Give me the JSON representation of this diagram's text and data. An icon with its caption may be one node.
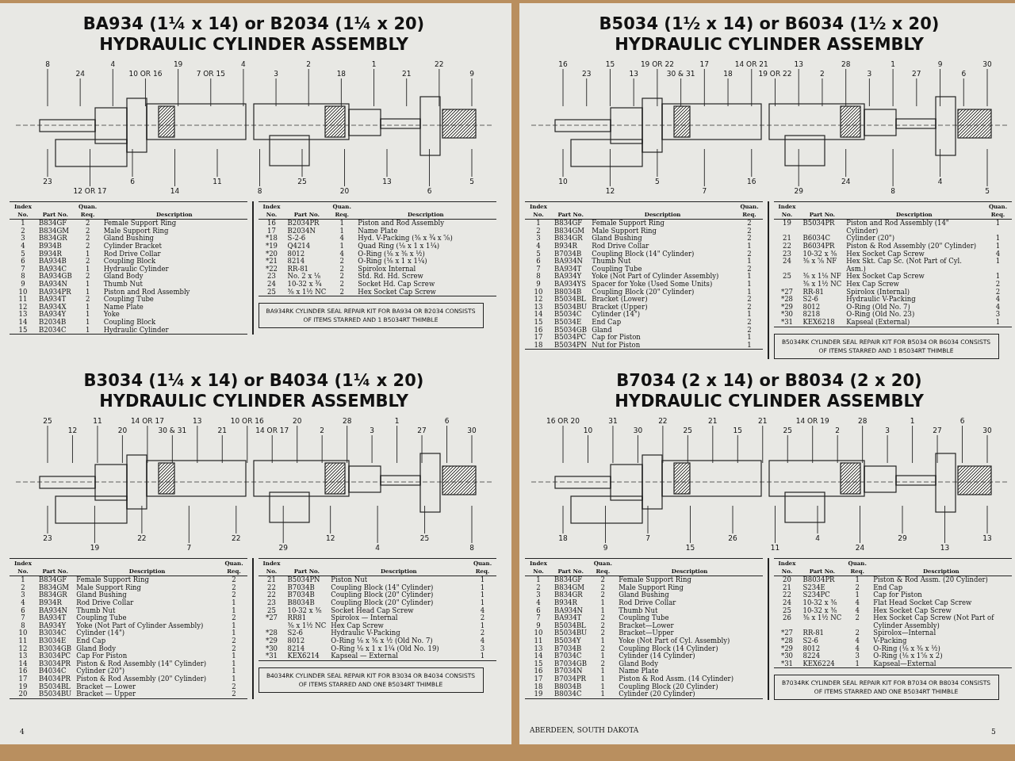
{
  "diagram": {
    "nodes": [
      {
        "text": [
          "8"
        ]
      },
      {
        "text": [
          "24"
        ]
      },
      {
        "text": [
          "4"
        ]
      },
      {
        "text": [
          "10 OR 16"
        ]
      },
      {
        "text": [
          "19"
        ]
      },
      {
        "text": [
          "7 OR 15"
        ]
      },
      {
        "text": [
          "4"
        ]
      },
      {
        "text": [
          "3"
        ]
      },
      {
        "text": [
          "2"
        ]
      },
      {
        "text": [
          "18"
        ]
      },
      {
        "text": [
          "1"
        ]
      },
      {
        "text": [
          "21"
        ]
      },
      {
        "text": [
          "22"
        ]
      },
      {
        "text": [
          "9"
        ]
      },
      {
        "text": [
          "23"
        ]
      },
      {
        "text": [
          "12 OR 17"
        ]
      },
      {
        "text": [
          "6"
        ]
      },
      {
        "text": [
          "14"
        ]
      },
      {
        "text": [
          "11"
        ]
      },
      {
        "text": [
          "8"
        ]
      },
      {
        "text": [
          "25"
        ]
      },
      {
        "text": [
          "20"
        ]
      },
      {
        "text": [
          "13"
        ]
      },
      {
        "text": [
          "6"
        ]
      },
      {
        "text": [
          "5"
        ]
      },
      {
        "text": [
          "BA934RK CYLINDER SEAL REPAIR KIT FOR BA934 OR B2034 CONSISTS OF ITEMS STARRED AND 1 B5034RT THIMBLE"
        ]
      },
      {
        "text": [
          "25"
        ]
      },
      {
        "text": [
          "12"
        ]
      },
      {
        "text": [
          "11"
        ]
      },
      {
        "text": [
          "20"
        ]
      },
      {
        "text": [
          "14 OR 17"
        ]
      },
      {
        "text": [
          "30 & 31"
        ]
      },
      {
        "text": [
          "13"
        ]
      },
      {
        "text": [
          "21"
        ]
      },
      {
        "text": [
          "10 OR 16"
        ]
      },
      {
        "text": [
          "14 OR 17"
        ]
      },
      {
        "text": [
          "20"
        ]
      },
      {
        "text": [
          "2"
        ]
      },
      {
        "text": [
          "28"
        ]
      },
      {
        "text": [
          "3"
        ]
      },
      {
        "text": [
          "1"
        ]
      },
      {
        "text": [
          "27"
        ]
      },
      {
        "text": [
          "6"
        ]
      },
      {
        "text": [
          "30"
        ]
      },
      {
        "text": [
          "23"
        ]
      },
      {
        "text": [
          "19"
        ]
      },
      {
        "text": [
          "22"
        ]
      },
      {
        "text": [
          "7"
        ]
      },
      {
        "text": [
          "22"
        ]
      },
      {
        "text": [
          "29"
        ]
      },
      {
        "text": [
          "12"
        ]
      },
      {
        "text": [
          "4"
        ]
      },
      {
        "text": [
          "25"
        ]
      },
      {
        "text": [
          "8"
        ]
      },
      {
        "text": [
          "B4034RK CYLINDER SEAL REPAIR KIT FOR B3034 OR B4034 CONSISTS OF ITEMS STARRED AND ONE B5034RT THIMBLE"
        ]
      },
      {
        "text": [
          "16"
        ]
      },
      {
        "text": [
          "23"
        ]
      },
      {
        "text": [
          "15"
        ]
      },
      {
        "text": [
          "13"
        ]
      },
      {
        "text": [
          "19 OR 22"
        ]
      },
      {
        "text": [
          "30 & 31"
        ]
      },
      {
        "text": [
          "17"
        ]
      },
      {
        "text": [
          "18"
        ]
      },
      {
        "text": [
          "14 OR 21"
        ]
      },
      {
        "text": [
          "19 OR 22"
        ]
      },
      {
        "text": [
          "13"
        ]
      },
      {
        "text": [
          "2"
        ]
      },
      {
        "text": [
          "28"
        ]
      },
      {
        "text": [
          "3"
        ]
      },
      {
        "text": [
          "1"
        ]
      },
      {
        "text": [
          "27"
        ]
      },
      {
        "text": [
          "9"
        ]
      },
      {
        "text": [
          "6"
        ]
      },
      {
        "text": [
          "30"
        ]
      },
      {
        "text": [
          "10"
        ]
      },
      {
        "text": [
          "12"
        ]
      },
      {
        "text": [
          "5"
        ]
      },
      {
        "text": [
          "7"
        ]
      },
      {
        "text": [
          "16"
        ]
      },
      {
        "text": [
          "29"
        ]
      },
      {
        "text": [
          "24"
        ]
      },
      {
        "text": [
          "8"
        ]
      },
      {
        "text": [
          "4"
        ]
      },
      {
        "text": [
          "5"
        ]
      },
      {
        "text": [
          "B5034RK CYLINDER SEAL REPAIR KIT FOR B5034 OR B6034 CONSISTS OF ITEMS STARRED AND 1 B5034RT THIMBLE"
        ]
      },
      {
        "text": [
          "16 OR 20"
        ]
      },
      {
        "text": [
          "10"
        ]
      },
      {
        "text": [
          "31"
        ]
      },
      {
        "text": [
          "30"
        ]
      },
      {
        "text": [
          "22"
        ]
      },
      {
        "text": [
          "25"
        ]
      },
      {
        "text": [
          "21"
        ]
      },
      {
        "text": [
          "15"
        ]
      },
      {
        "text": [
          "21"
        ]
      },
      {
        "text": [
          "25"
        ]
      },
      {
        "text": [
          "14 OR 19"
        ]
      },
      {
        "text": [
          "2"
        ]
      },
      {
        "text": [
          "28"
        ]
      },
      {
        "text": [
          "3"
        ]
      },
      {
        "text": [
          "1"
        ]
      },
      {
        "text": [
          "27"
        ]
      },
      {
        "text": [
          "6"
        ]
      },
      {
        "text": [
          "30"
        ]
      },
      {
        "text": [
          "18"
        ]
      },
      {
        "text": [
          "9"
        ]
      },
      {
        "text": [
          "7"
        ]
      },
      {
        "text": [
          "15"
        ]
      },
      {
        "text": [
          "26"
        ]
      },
      {
        "text": [
          "11"
        ]
      },
      {
        "text": [
          "4"
        ]
      },
      {
        "text": [
          "24"
        ]
      },
      {
        "text": [
          "29"
        ]
      },
      {
        "text": [
          "13"
        ]
      },
      {
        "text": [
          "13"
        ]
      },
      {
        "text": [
          "B7034RK CYLINDER SEAL REPAIR KIT FOR B7034 OR B8034 CONSISTS OF ITEMS STARRED AND ONE B5034RT THIMBLE"
        ]
      }
    ],
    "edges": [
      {
        "from": 0,
        "to": null,
        "arrow": "none"
      },
      {
        "from": 1,
        "to": null,
        "arrow": "none"
      },
      {
        "from": 2,
        "to": null,
        "arrow": "none"
      },
      {
        "from": 3,
        "to": null,
        "arrow": "none"
      },
      {
        "from": 4,
        "to": null,
        "arrow": "none"
      },
      {
        "from": 5,
        "to": null,
        "arrow": "none"
      },
      {
        "from": 6,
        "to": null,
        "arrow": "none"
      },
      {
        "from": 7,
        "to": null,
        "arrow": "none"
      },
      {
        "from": 8,
        "to": null,
        "arrow": "none"
      },
      {
        "from": 9,
        "to": null,
        "arrow": "none"
      },
      {
        "from": 10,
        "to": null,
        "arrow": "none"
      },
      {
        "from": 11,
        "to": null,
        "arrow": "none"
      },
      {
        "from": 12,
        "to": null,
        "arrow": "none"
      },
      {
        "from": 13,
        "to": null,
        "arrow": "none"
      },
      {
        "from": 14,
        "to": null,
        "arrow": "none"
      },
      {
        "from": 15,
        "to": null,
        "arrow": "none"
      },
      {
        "from": 16,
        "to": null,
        "arrow": "none"
      },
      {
        "from": 17,
        "to": null,
        "arrow": "none"
      },
      {
        "from": 18,
        "to": null,
        "arrow": "none"
      },
      {
        "from": 19,
        "to": null,
        "arrow": "none"
      },
      {
        "from": 20,
        "to": null,
        "arrow": "none"
      },
      {
        "from": 21,
        "to": null,
        "arrow": "none"
      },
      {
        "from": 22,
        "to": null,
        "arrow": "none"
      },
      {
        "from": 23,
        "to": null,
        "arrow": "none"
      },
      {
        "from": 24,
        "to": null,
        "arrow": "none"
      },
      {
        "from": 26,
        "to": null,
        "arrow": "none"
      },
      {
        "from": 27,
        "to": null,
        "arrow": "none"
      },
      {
        "from": 28,
        "to": null,
        "arrow": "none"
      },
      {
        "from": 29,
        "to": null,
        "arrow": "none"
      },
      {
        "from": 30,
        "to": null,
        "arrow": "none"
      },
      {
        "from": 31,
        "to": null,
        "arrow": "none"
      },
      {
        "from": 32,
        "to": null,
        "arrow": "none"
      },
      {
        "from": 33,
        "to": null,
        "arrow": "none"
      },
      {
        "from": 34,
        "to": null,
        "arrow": "none"
      },
      {
        "from": 35,
        "to": null,
        "arrow": "none"
      },
      {
        "from": 36,
        "to": null,
        "arrow": "none"
      },
      {
        "from": 37,
        "to": null,
        "arrow": "none"
      },
      {
        "from": 38,
        "to": null,
        "arrow": "none"
      },
      {
        "from": 39,
        "to": null,
        "arrow": "none"
      },
      {
        "from": 40,
        "to": null,
        "arrow": "none"
      },
      {
        "from": 41,
        "to": null,
        "arrow": "none"
      },
      {
        "from": 42,
        "to": null,
        "arrow": "none"
      },
      {
        "from": 43,
        "to": null,
        "arrow": "none"
      },
      {
        "from": 44,
        "to": null,
        "arrow": "none"
      },
      {
        "from": 45,
        "to": null,
        "arrow": "none"
      },
      {
        "from": 46,
        "to": null,
        "arrow": "none"
      },
      {
        "from": 47,
        "to": null,
        "arrow": "none"
      },
      {
        "from": 48,
        "to": null,
        "arrow": "none"
      },
      {
        "from": 49,
        "to": null,
        "arrow": "none"
      },
      {
        "from": 50,
        "to": null,
        "arrow": "none"
      },
      {
        "from": 51,
        "to": null,
        "arrow": "none"
      },
      {
        "from": 52,
        "to": null,
        "arrow": "none"
      },
      {
        "from": 53,
        "to": null,
        "arrow": "none"
      },
      {
        "from": 55,
        "to": null,
        "arrow": "none"
      },
      {
        "from": 56,
        "to": null,
        "arrow": "none"
      },
      {
        "from": 57,
        "to": null,
        "arrow": "none"
      },
      {
        "from": 58,
        "to": null,
        "arrow": "none"
      },
      {
        "from": 59,
        "to": null,
        "arrow": "none"
      },
      {
        "from": 60,
        "to": null,
        "arrow": "none"
      },
      {
        "from": 61,
        "to": null,
        "arrow": "none"
      },
      {
        "from": 62,
        "to": null,
        "arrow": "none"
      },
      {
        "from": 63,
        "to": null,
        "arrow": "none"
      },
      {
        "from": 64,
        "to": null,
        "arrow": "none"
      },
      {
        "from": 65,
        "to": null,
        "arrow": "none"
      },
      {
        "from": 66,
        "to": null,
        "arrow": "none"
      },
      {
        "from": 67,
        "to": null,
        "arrow": "none"
      },
      {
        "from": 68,
        "to": null,
        "arrow": "none"
      },
      {
        "from": 69,
        "to": null,
        "arrow": "none"
      },
      {
        "from": 70,
        "to": null,
        "arrow": "none"
      },
      {
        "from": 71,
        "to": null,
        "arrow": "none"
      },
      {
        "from": 72,
        "to": null,
        "arrow": "none"
      },
      {
        "from": 73,
        "to": null,
        "arrow": "none"
      },
      {
        "from": 74,
        "to": null,
        "arrow": "none"
      },
      {
        "from": 75,
        "to": null,
        "arrow": "none"
      },
      {
        "from": 76,
        "to": null,
        "arrow": "none"
      },
      {
        "from": 77,
        "to": null,
        "arrow": "none"
      },
      {
        "from": 78,
        "to": null,
        "arrow": "none"
      },
      {
        "from": 79,
        "to": null,
        "arrow": "none"
      },
      {
        "from": 80,
        "to": null,
        "arrow": "none"
      },
      {
        "from": 81,
        "to": null,
        "arrow": "none"
      },
      {
        "from": 82,
        "to": null,
        "arrow": "none"
      },
      {
        "from": 83,
        "to": null,
        "arrow": "none"
      },
      {
        "from": 85,
        "to": null,
        "arrow": "none"
      },
      {
        "from": 86,
        "to": null,
        "arrow": "none"
      },
      {
        "from": 87,
        "to": null,
        "arrow": "none"
      },
      {
        "from": 88,
        "to": null,
        "arrow": "none"
      },
      {
        "from": 89,
        "to": null,
        "arrow": "none"
      },
      {
        "from": 90,
        "to": null,
        "arrow": "none"
      },
      {
        "from": 91,
        "to": null,
        "arrow": "none"
      },
      {
        "from": 92,
        "to": null,
        "arrow": "none"
      },
      {
        "from": 93,
        "to": null,
        "arrow": "none"
      },
      {
        "from": 94,
        "to": null,
        "arrow": "none"
      },
      {
        "from": 95,
        "to": null,
        "arrow": "none"
      },
      {
        "from": 96,
        "to": null,
        "arrow": "none"
      },
      {
        "from": 97,
        "to": null,
        "arrow": "none"
      },
      {
        "from": 98,
        "to": null,
        "arrow": "none"
      },
      {
        "from": 99,
        "to": null,
        "arrow": "none"
      },
      {
        "from": 100,
        "to": null,
        "arrow": "none"
      },
      {
        "from": 101,
        "to": null,
        "arrow": "none"
      },
      {
        "from": 102,
        "to": null,
        "arrow": "none"
      },
      {
        "from": 103,
        "to": null,
        "arrow": "none"
      },
      {
        "from": 104,
        "to": null,
        "arrow": "none"
      },
      {
        "from": 105,
        "to": null,
        "arrow": "none"
      },
      {
        "from": 106,
        "to": null,
        "arrow": "none"
      },
      {
        "from": 107,
        "to": null,
        "arrow": "none"
      },
      {
        "from": 108,
        "to": null,
        "arrow": "none"
      },
      {
        "from": 109,
        "to": null,
        "arrow": "none"
      },
      {
        "from": 110,
        "to": null,
        "arrow": "none"
      },
      {
        "from": 111,
        "to": null,
        "arrow": "none"
      },
      {
        "from": 112,
        "to": null,
        "arrow": "none"
      },
      {
        "from": 113,
        "to": null,
        "arrow": "none"
      }
    ],
    "labels": [
      "BA934 (1¼ x 14) or B2034 (1¼ x 20)",
      "HYDRAULIC CYLINDER ASSEMBLY",
      "Index No.",
      "Part No.",
      "Quan. Req.",
      "Description",
      "1",
      "B834GF",
      "2",
      "Female Support Ring",
      "2",
      "B834GM",
      "2",
      "Male Support Ring",
      "3",
      "B834GR",
      "2",
      "Gland Bushing",
      "4",
      "B934B",
      "2",
      "Cylinder Bracket",
      "5",
      "B934R",
      "1",
      "Rod Drive Collar",
      "6",
      "BA934B",
      "2",
      "Coupling Block",
      "7",
      "BA934C",
      "1",
      "Hydraulic Cylinder",
      "8",
      "BA934GB",
      "2",
      "Gland Body",
      "9",
      "BA934N",
      "1",
      "Thumb Nut",
      "10",
      "BA934PR",
      "1",
      "Piston and Rod Assembly",
      "11",
      "BA934T",
      "2",
      "Coupling Tube",
      "12",
      "BA934X",
      "1",
      "Name Plate",
      "13",
      "BA934Y",
      "1",
      "Yoke",
      "14",
      "B2034B",
      "1",
      "Coupling Block",
      "15",
      "B2034C",
      "1",
      "Hydraulic Cylinder",
      "Index No.",
      "Part No.",
      "Quan. Req.",
      "Description",
      "16",
      "B2034PR",
      "1",
      "Piston and Rod Assembly",
      "17",
      "B2034N",
      "1",
      "Name Plate",
      "*18",
      "S-2-6",
      "4",
      "Hyd. V-Packing (⅜ x ¾ x ⅝)",
      "*19",
      "Q4214",
      "1",
      "Quad Ring (⅛ x 1 x 1¼)",
      "*20",
      "8012",
      "4",
      "O-Ring (⅛ x ⅜ x ½)",
      "*21",
      "8214",
      "2",
      "O-Ring (⅛ x 1 x 1¼)",
      "*22",
      "RR-81",
      "2",
      "Spirolox Internal",
      "23",
      "No. 2 x ⅛",
      "2",
      "Std. Rd. Hd. Screw",
      "24",
      "10-32 x ¾",
      "2",
      "Socket Hd. Cap Screw",
      "25",
      "⅜ x 1½ NC",
      "2",
      "Hex Socket Cap Screw",
      "B3034 (1¼ x 14) or B4034 (1¼ x 20)",
      "HYDRAULIC CYLINDER ASSEMBLY",
      "Index No.",
      "Part No.",
      "Description",
      "Quan. Req.",
      "1",
      "B834GF",
      "Female Support Ring",
      "2",
      "2",
      "B834GM",
      "Male Support Ring",
      "2",
      "3",
      "B834GR",
      "Gland Bushing",
      "2",
      "4",
      "B934R",
      "Rod Drive Collar",
      "1",
      "6",
      "BA934N",
      "Thumb Nut",
      "1",
      "7",
      "BA934T",
      "Coupling Tube",
      "2",
      "8",
      "BA934Y",
      "Yoke (Not Part of Cylinder Assembly)",
      "1",
      "10",
      "B3034C",
      "Cylinder (14\")",
      "1",
      "11",
      "B3034E",
      "End Cap",
      "2",
      "12",
      "B3034GB",
      "Gland Body",
      "2",
      "13",
      "B3034PC",
      "Cap For Piston",
      "1",
      "14",
      "B3034PR",
      "Piston & Rod Assembly (14\" Cylinder)",
      "1",
      "16",
      "B4034C",
      "Cylinder (20\")",
      "1",
      "17",
      "B4034PR",
      "Piston & Rod Assembly (20\" Cylinder)",
      "1",
      "19",
      "B5034BL",
      "Bracket — Lower",
      "2",
      "20",
      "B5034BU",
      "Bracket — Upper",
      "2",
      "Index No.",
      "Part No.",
      "Description",
      "Quan. Req.",
      "21",
      "B5034PN",
      "Piston Nut",
      "1",
      "22",
      "B7034B",
      "Coupling Block (14\" Cylinder)",
      "1",
      "22",
      "B7034B",
      "Coupling Block (20\" Cylinder)",
      "1",
      "23",
      "B8034B",
      "Coupling Block (20\" Cylinder)",
      "1",
      "25",
      "10-32 x ⅜",
      "Socket Head Cap Screw",
      "4",
      "*27",
      "RR81",
      "Spirolox — Internal",
      "2",
      "⅜ x 1½ NC",
      "Hex Cap Screw",
      "1",
      "*28",
      "S2-6",
      "Hydraulic V-Packing",
      "2",
      "*29",
      "8012",
      "O-Ring ⅛ x ⅜ x ½ (Old No. 7)",
      "4",
      "*30",
      "8214",
      "O-Ring ⅛ x 1 x 1¼ (Old No. 19)",
      "3",
      "*31",
      "KEX6214",
      "Kapseal — External",
      "1",
      "4",
      "B5034 (1½ x 14) or B6034 (1½ x 20)",
      "HYDRAULIC CYLINDER ASSEMBLY",
      "Index No.",
      "Part No.",
      "Description",
      "Quan. Req.",
      "1",
      "B834GF",
      "Female Support Ring",
      "2",
      "2",
      "B834GM",
      "Male Support Ring",
      "2",
      "3",
      "B834GR",
      "Gland Bushing",
      "2",
      "4",
      "B934R",
      "Rod Drive Collar",
      "1",
      "5",
      "B7034B",
      "Coupling Block (14\" Cylinder)",
      "2",
      "6",
      "BA934N",
      "Thumb Nut",
      "1",
      "7",
      "BA934T",
      "Coupling Tube",
      "2",
      "8",
      "BA934Y",
      "Yoke (Not Part of Cylinder Assembly)",
      "1",
      "9",
      "BA934YS",
      "Spacer for Yoke (Used Some Units)",
      "1",
      "10",
      "B8034B",
      "Coupling Block (20\" Cylinder)",
      "1",
      "12",
      "B5034BL",
      "Bracket (Lower)",
      "2",
      "13",
      "B5034BU",
      "Bracket (Upper)",
      "2",
      "14",
      "B5034C",
      "Cylinder (14\")",
      "1",
      "15",
      "B5034E",
      "End Cap",
      "2",
      "16",
      "B5034GB",
      "Gland",
      "2",
      "17",
      "B5034PC",
      "Cap for Piston",
      "1",
      "18",
      "B5034PN",
      "Nut for Piston",
      "1",
      "Index No.",
      "Part No.",
      "Description",
      "Quan. Req.",
      "19",
      "B5034PR",
      "Piston and Rod Assembly (14\" Cylinder)",
      "1",
      "21",
      "B6034C",
      "Cylinder (20\")",
      "1",
      "22",
      "B6034PR",
      "Piston & Rod Assembly (20\" Cylinder)",
      "1",
      "23",
      "10-32 x ⅜",
      "Hex Socket Cap Screw",
      "4",
      "24",
      "⅜ x ⅝ NF",
      "Hex Skt. Cap Sc. (Not Part of Cyl. Asm.)",
      "1",
      "25",
      "⅜ x 1⅛ NF",
      "Hex Socket Cap Screw",
      "1",
      "⅜ x 1½ NC",
      "Hex Cap Screw",
      "2",
      "*27",
      "RR-81",
      "Spirolox (Internal)",
      "2",
      "*28",
      "S2-6",
      "Hydraulic V-Packing",
      "4",
      "*29",
      "8012",
      "O-Ring (Old No. 7)",
      "4",
      "*30",
      "8218",
      "O-Ring (Old No. 23)",
      "3",
      "*31",
      "KEX6218",
      "Kapseal (External)",
      "1",
      "B7034 (2 x 14) or B8034 (2 x 20)",
      "HYDRAULIC CYLINDER ASSEMBLY",
      "Index No.",
      "Part No.",
      "Quan. Req.",
      "Description",
      "1",
      "B834GF",
      "2",
      "Female Support Ring",
      "2",
      "B834GM",
      "2",
      "Male Support Ring",
      "3",
      "B834GR",
      "2",
      "Gland Bushing",
      "4",
      "B934R",
      "1",
      "Rod Drive Collar",
      "6",
      "BA934N",
      "1",
      "Thumb Nut",
      "7",
      "BA934T",
      "2",
      "Coupling Tube",
      "9",
      "B5034BL",
      "2",
      "Bracket—Lower",
      "10",
      "B5034BU",
      "2",
      "Bracket—Upper",
      "11",
      "B5034Y",
      "1",
      "Yoke (Not Part of Cyl. Assembly)",
      "13",
      "B7034B",
      "2",
      "Coupling Block (14 Cylinder)",
      "14",
      "B7034C",
      "1",
      "Cylinder (14 Cylinder)",
      "15",
      "B7034GB",
      "2",
      "Gland Body",
      "16",
      "B7034N",
      "1",
      "Name Plate",
      "17",
      "B7034PR",
      "1",
      "Piston & Rod Assm. (14 Cylinder)",
      "18",
      "B8034B",
      "1",
      "Coupling Block (20 Cylinder)",
      "19",
      "B8034C",
      "1",
      "Cylinder (20 Cylinder)",
      "Index No.",
      "Part No.",
      "Quan. Req.",
      "Description",
      "20",
      "B8034PR",
      "1",
      "Piston & Rod Assm. (20 Cylinder)",
      "21",
      "S234E",
      "2",
      "End Cap",
      "22",
      "S234PC",
      "1",
      "Cap for Piston",
      "24",
      "10-32 x ⅜",
      "4",
      "Flat Head Socket Cap Screw",
      "25",
      "10-32 x ⅜",
      "4",
      "Hex Socket Cap Screw",
      "26",
      "⅜ x 1½ NC",
      "2",
      "Hex Socket Cap Screw (Not Part of Cylinder Assembly)",
      "*27",
      "RR-81",
      "2",
      "Spirolox—Internal",
      "*28",
      "S2-6",
      "4",
      "V-Packing",
      "*29",
      "8012",
      "4",
      "O-Ring (⅛ x ⅜ x ½)",
      "*30",
      "8224",
      "3",
      "O-Ring (⅛ x 1⅝ x 2)",
      "*31",
      "KEX6224",
      "1",
      "Kapseal—External",
      "ABERDEEN, SOUTH DAKOTA",
      "5"
    ]
  }
}
